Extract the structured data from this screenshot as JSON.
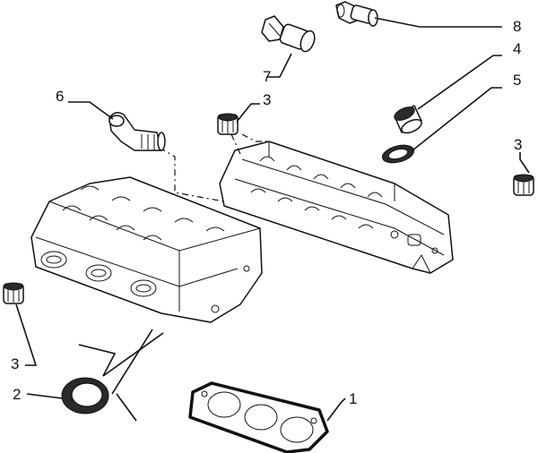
{
  "callouts": [
    {
      "id": "c1",
      "number": "1"
    },
    {
      "id": "c2",
      "number": "2"
    },
    {
      "id": "c3a",
      "number": "3"
    },
    {
      "id": "c3b",
      "number": "3"
    },
    {
      "id": "c3c",
      "number": "3"
    },
    {
      "id": "c4",
      "number": "4"
    },
    {
      "id": "c5",
      "number": "5"
    },
    {
      "id": "c6",
      "number": "6"
    },
    {
      "id": "c7",
      "number": "7"
    },
    {
      "id": "c8",
      "number": "8"
    }
  ]
}
